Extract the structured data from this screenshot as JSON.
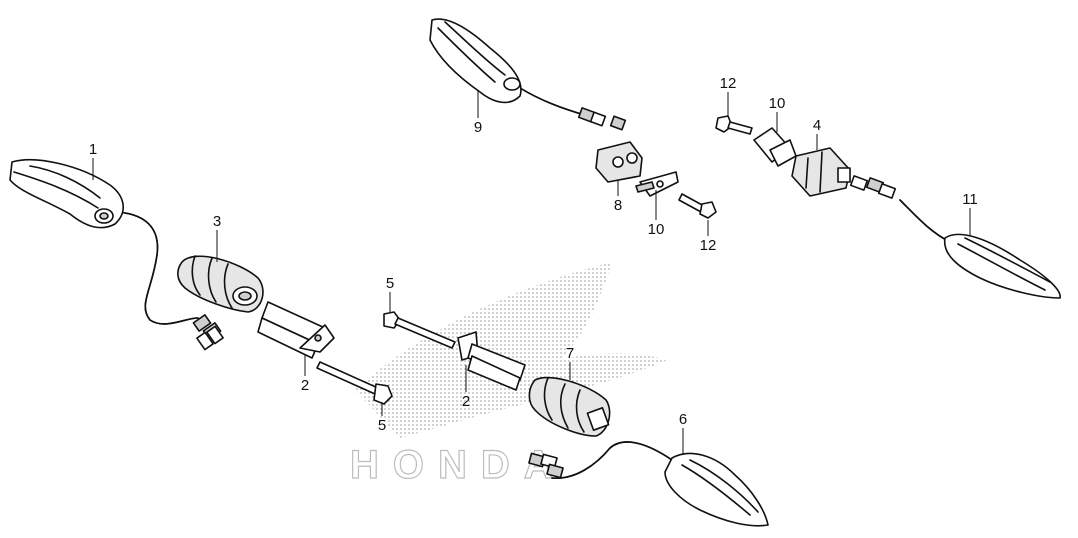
{
  "watermark": {
    "text": "HONDA",
    "color": "#bdbdbd"
  },
  "callouts": [
    {
      "id": "c1",
      "label": "1",
      "part": "front-right-winker"
    },
    {
      "id": "c2a",
      "label": "2",
      "part": "bracket-collar"
    },
    {
      "id": "c2b",
      "label": "2",
      "part": "bracket-collar"
    },
    {
      "id": "c3",
      "label": "3",
      "part": "rubber-mount"
    },
    {
      "id": "c4",
      "label": "4",
      "part": "rubber-mount"
    },
    {
      "id": "c5a",
      "label": "5",
      "part": "long-bolt"
    },
    {
      "id": "c5b",
      "label": "5",
      "part": "long-bolt"
    },
    {
      "id": "c6",
      "label": "6",
      "part": "front-left-winker"
    },
    {
      "id": "c7",
      "label": "7",
      "part": "rubber-mount"
    },
    {
      "id": "c8",
      "label": "8",
      "part": "rubber-mount"
    },
    {
      "id": "c9",
      "label": "9",
      "part": "rear-right-winker"
    },
    {
      "id": "c10a",
      "label": "10",
      "part": "stay-plate"
    },
    {
      "id": "c10b",
      "label": "10",
      "part": "stay-plate"
    },
    {
      "id": "c11",
      "label": "11",
      "part": "rear-left-winker"
    },
    {
      "id": "c12a",
      "label": "12",
      "part": "short-bolt"
    },
    {
      "id": "c12b",
      "label": "12",
      "part": "short-bolt"
    }
  ]
}
